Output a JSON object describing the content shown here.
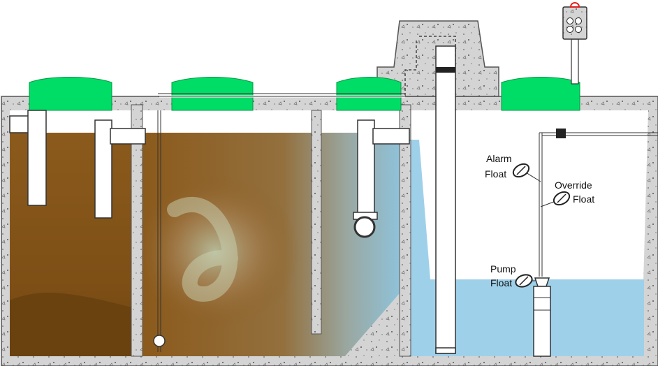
{
  "labels": {
    "alarm_float_line1": "Alarm",
    "alarm_float_line2": "Float",
    "override_float_line1": "Override",
    "override_float_line2": "Float",
    "pump_float_line1": "Pump",
    "pump_float_line2": "Float"
  },
  "colors": {
    "concrete": "#d2d2d2",
    "concrete_edge": "#555555",
    "lid": "#00dd66",
    "sludge_light": "#8a5a1a",
    "sludge_dark": "#6a4010",
    "water": "#9fd0ea",
    "pipe": "#ffffff",
    "pipe_edge": "#333333",
    "alarm_light": "#e02020"
  },
  "icons": [
    "float-switch-icon",
    "submersible-pump-icon",
    "control-panel-icon",
    "alarm-light-icon"
  ]
}
